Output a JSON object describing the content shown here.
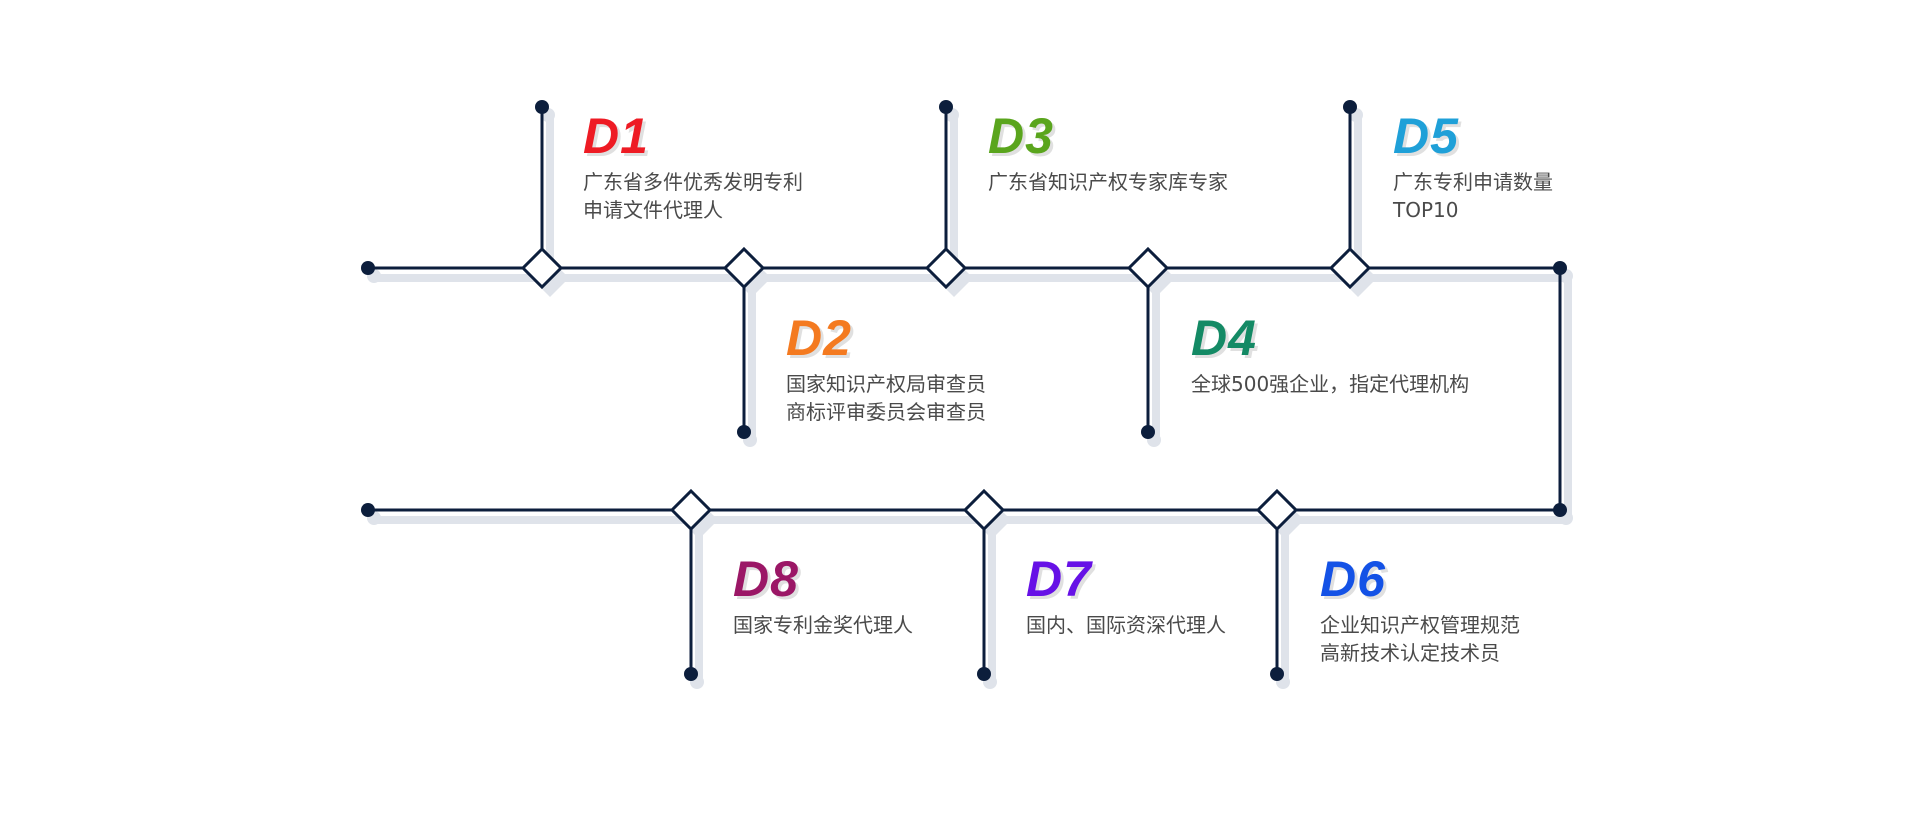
{
  "items": [
    {
      "num": "D1",
      "color": "#ee1b24",
      "lines": [
        "广东省多件优秀发明专利",
        "申请文件代理人"
      ]
    },
    {
      "num": "D2",
      "color": "#f47a20",
      "lines": [
        "国家知识产权局审查员",
        "商标评审委员会审查员"
      ]
    },
    {
      "num": "D3",
      "color": "#5aa51d",
      "lines": [
        "广东省知识产权专家库专家"
      ]
    },
    {
      "num": "D4",
      "color": "#148a65",
      "lines": [
        "全球500强企业，指定代理机构"
      ]
    },
    {
      "num": "D5",
      "color": "#1fa0d8",
      "lines": [
        "广东专利申请数量",
        "TOP10"
      ]
    },
    {
      "num": "D6",
      "color": "#1452e6",
      "lines": [
        "企业知识产权管理规范",
        "高新技术认定技术员"
      ]
    },
    {
      "num": "D7",
      "color": "#6611e6",
      "lines": [
        "国内、国际资深代理人"
      ]
    },
    {
      "num": "D8",
      "color": "#9b1766",
      "lines": [
        "国家专利金奖代理人"
      ]
    }
  ],
  "colors": {
    "line": "#0c1e3c",
    "shadow": "#dfe3ea"
  }
}
